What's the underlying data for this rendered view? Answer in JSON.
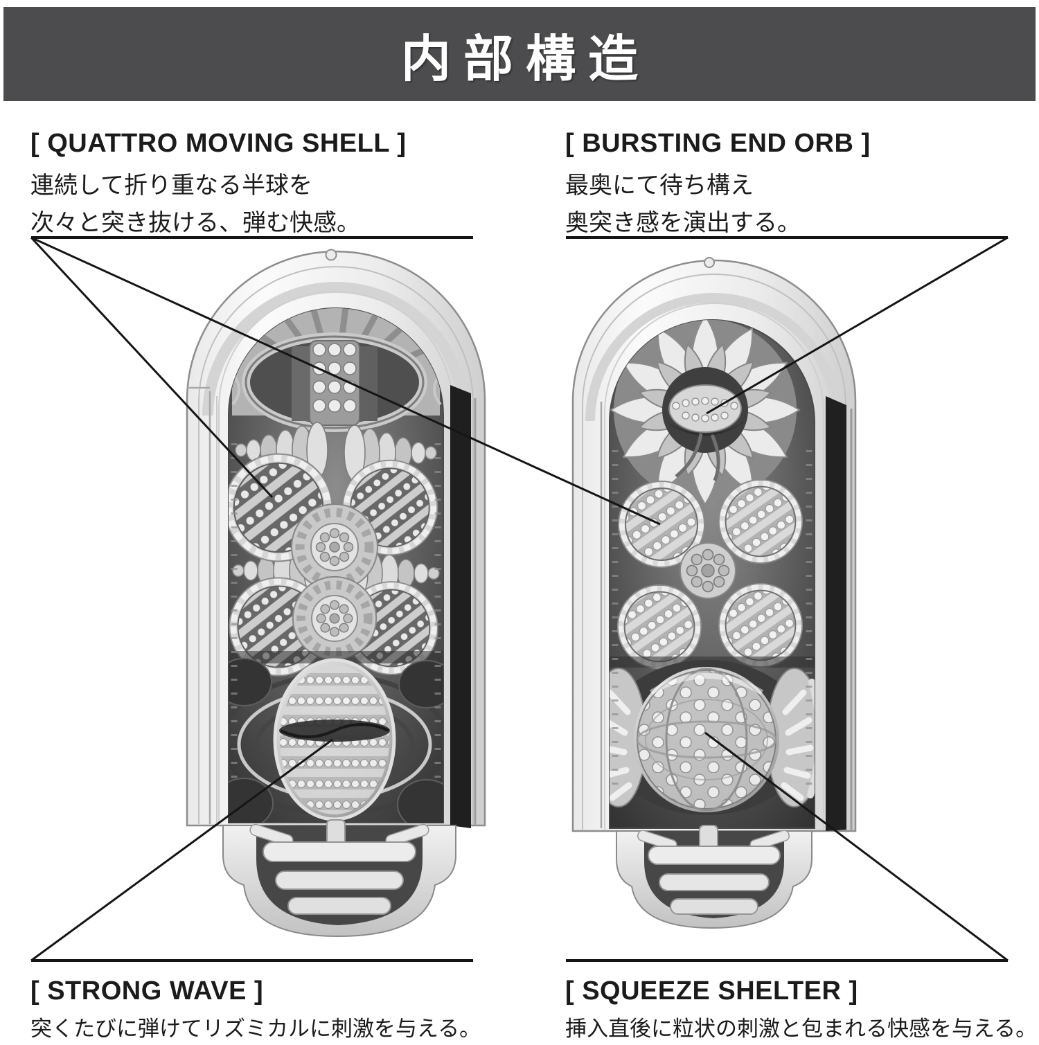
{
  "header": {
    "title": "内部構造"
  },
  "sections": {
    "quattro": {
      "title": "[ QUATTRO MOVING SHELL ]",
      "desc1": "連続して折り重なる半球を",
      "desc2": "次々と突き抜ける、弾む快感。"
    },
    "bursting": {
      "title": "[ BURSTING END ORB ]",
      "desc1": "最奥にて待ち構え",
      "desc2": "奥突き感を演出する。"
    },
    "strong": {
      "title": "[ STRONG WAVE ]",
      "desc": "突くたびに弾けてリズミカルに刺激を与える。"
    },
    "squeeze": {
      "title": "[ SQUEEZE SHELTER ]",
      "desc": "挿入直後に粒状の刺激と包まれる快感を与える。"
    }
  },
  "colors": {
    "header_bg": "#4c4c4e",
    "header_fg": "#ffffff",
    "label_text": "#1b1b1b",
    "annotation_line": "#151515"
  }
}
